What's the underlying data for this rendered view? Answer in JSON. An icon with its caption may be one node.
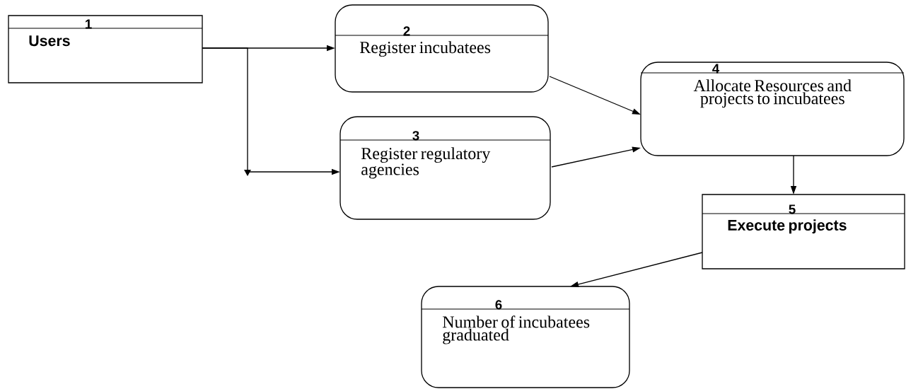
{
  "diagram": {
    "nodes": [
      {
        "text": [
          "1",
          "Users"
        ]
      },
      {
        "text": [
          "2",
          "Register incubatees"
        ]
      },
      {
        "text": [
          "3",
          "Register regulatory agencies"
        ]
      },
      {
        "text": [
          "4",
          "Allocate Resources and projects to incubatees"
        ]
      },
      {
        "text": [
          "5",
          "Execute projects"
        ]
      },
      {
        "text": [
          "6",
          "Number of incubatees graduated"
        ]
      }
    ],
    "edges": [
      {
        "from": 0,
        "to": 1,
        "arrow": "to"
      },
      {
        "from": 0,
        "to": 2,
        "arrow": "to"
      },
      {
        "from": 1,
        "to": 3,
        "arrow": "to"
      },
      {
        "from": 2,
        "to": 3,
        "arrow": "to"
      },
      {
        "from": 3,
        "to": 4,
        "arrow": "to"
      },
      {
        "from": 4,
        "to": 5,
        "arrow": "to"
      }
    ]
  }
}
